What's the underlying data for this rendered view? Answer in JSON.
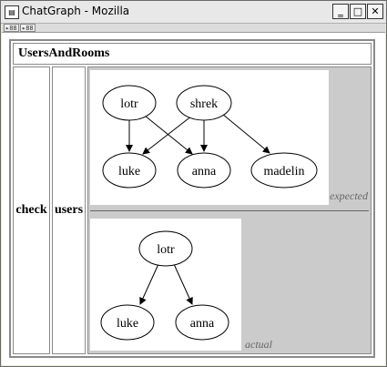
{
  "window": {
    "title": "ChatGraph - Mozilla",
    "icon": "document-icon",
    "controls": [
      "minimize",
      "maximize",
      "close"
    ]
  },
  "toolbar": {
    "buttons": [
      "▸88",
      "▸88"
    ]
  },
  "table": {
    "header": "UsersAndRooms",
    "row": {
      "check_label": "check",
      "users_label": "users"
    }
  },
  "graphs": {
    "expected": {
      "caption": "expected",
      "nodes": [
        "lotr",
        "shrek",
        "luke",
        "anna",
        "madelin"
      ],
      "edges": [
        [
          "lotr",
          "luke"
        ],
        [
          "lotr",
          "anna"
        ],
        [
          "shrek",
          "luke"
        ],
        [
          "shrek",
          "anna"
        ],
        [
          "shrek",
          "madelin"
        ]
      ]
    },
    "actual": {
      "caption": "actual",
      "nodes": [
        "lotr",
        "luke",
        "anna"
      ],
      "edges": [
        [
          "lotr",
          "luke"
        ],
        [
          "lotr",
          "anna"
        ]
      ]
    }
  }
}
